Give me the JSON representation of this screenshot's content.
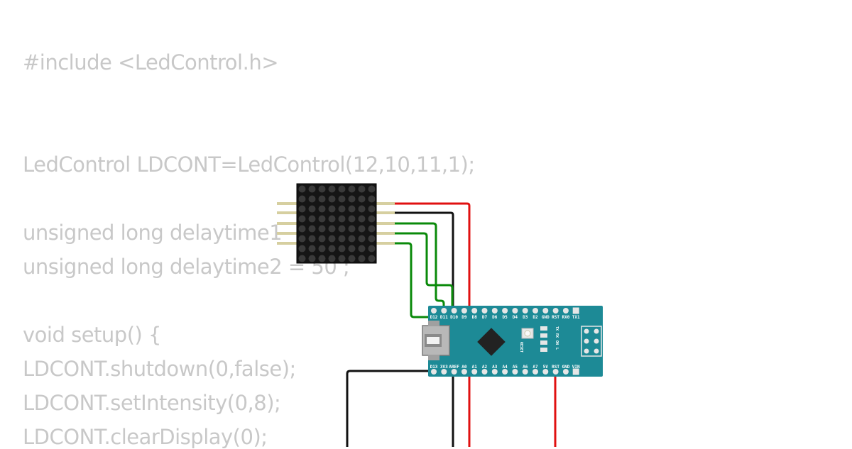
{
  "code": {
    "lines": [
      "#include <LedControl.h>",
      "LedControl LDCONT=LedControl(12,10,11,1);",
      "unsigned long delaytime1",
      "unsigned long delaytime2 = 50 ;",
      "void setup() {",
      "LDCONT.shutdown(0,false);",
      "LDCONT.setIntensity(0,8);",
      "LDCONT.clearDisplay(0);"
    ]
  },
  "board": {
    "top_pins": [
      "D12",
      "D11",
      "D10",
      "D9",
      "D8",
      "D7",
      "D6",
      "D5",
      "D4",
      "D3",
      "D2",
      "GND",
      "RST",
      "RX0",
      "TX1"
    ],
    "bottom_pins": [
      "D13",
      "3V3",
      "AREF",
      "A0",
      "A1",
      "A2",
      "A3",
      "A4",
      "A5",
      "A6",
      "A7",
      "5V",
      "RST",
      "GND",
      "VIN"
    ],
    "reset_label": "RESET",
    "led_labels": [
      "TX",
      "RX",
      "ON",
      "L"
    ]
  },
  "colors": {
    "code_text": "#c8c8c8",
    "board_teal": "#1d8a96",
    "wire_red": "#e01010",
    "wire_black": "#111111",
    "wire_green": "#0a8a0a",
    "matrix_body": "#151515",
    "matrix_led": "#3a3a3a",
    "header_pin": "#d6cfa0"
  }
}
